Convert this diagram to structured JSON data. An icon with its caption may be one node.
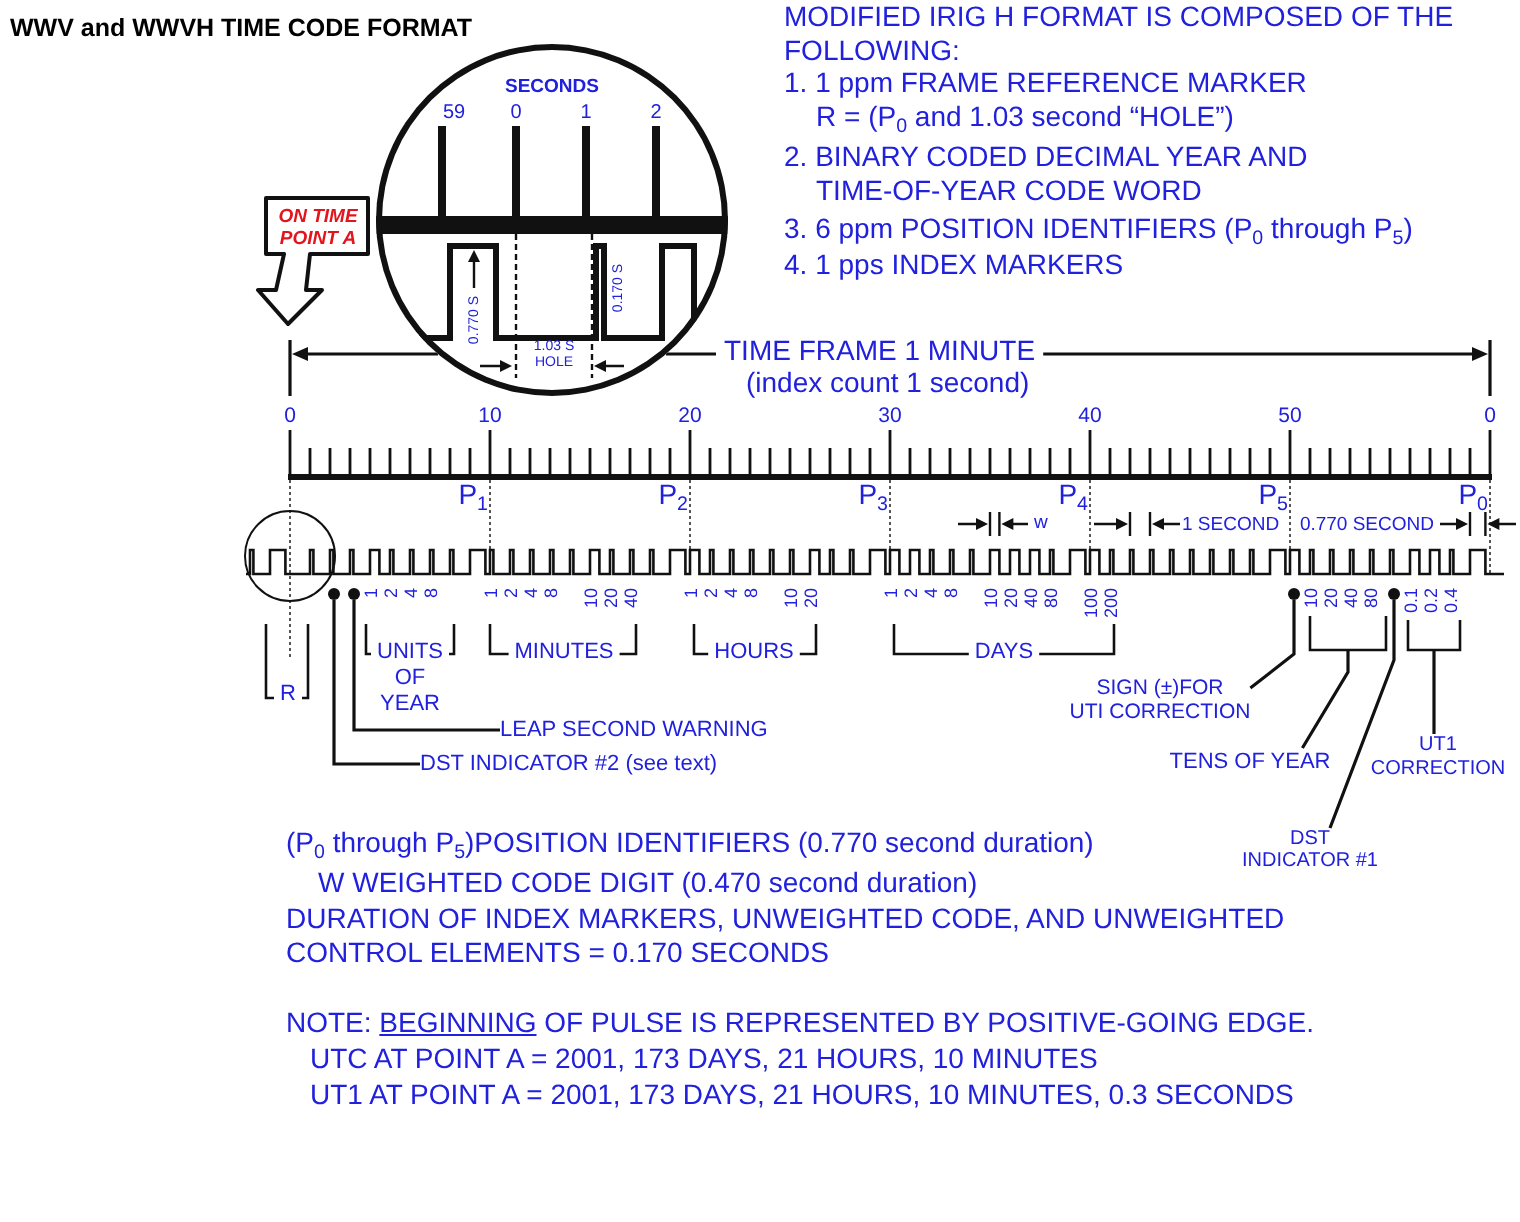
{
  "diagram": {
    "title": "WWV and WWVH TIME CODE FORMAT",
    "nodes": [
      {
        "text": [
          "ON TIME POINT A"
        ]
      },
      {
        "text": [
          "SECONDS",
          "59",
          "0",
          "1",
          "2",
          "0.770 S",
          "0.170 S",
          "1.03 S HOLE"
        ]
      },
      {
        "text": [],
        "shape": "circle"
      },
      {
        "text": [],
        "shape": "dot"
      },
      {
        "text": [],
        "shape": "dot"
      },
      {
        "text": [],
        "shape": "dot"
      },
      {
        "text": [],
        "shape": "dot"
      },
      {
        "text": [],
        "shape": "bracket"
      },
      {
        "text": [],
        "shape": "bracket"
      },
      {
        "text": [
          "LEAP SECOND WARNING"
        ]
      },
      {
        "text": [
          "DST INDICATOR #2 (see text)"
        ]
      },
      {
        "text": [
          "SIGN (±)FOR UTI CORRECTION"
        ]
      },
      {
        "text": [
          "TENS OF YEAR"
        ]
      },
      {
        "text": [
          "DST INDICATOR #1"
        ]
      },
      {
        "text": [
          "UT1 CORRECTION"
        ]
      }
    ],
    "edges": [
      {
        "from": 9,
        "to": 4,
        "arrow": "none"
      },
      {
        "from": 10,
        "to": 3,
        "arrow": "none"
      },
      {
        "from": 11,
        "to": 5,
        "arrow": "none"
      },
      {
        "from": 12,
        "to": 7,
        "arrow": "none"
      },
      {
        "from": 13,
        "to": 6,
        "arrow": "none"
      },
      {
        "from": 14,
        "to": 8,
        "arrow": "none"
      }
    ],
    "labels": [
      "MODIFIED IRIG H FORMAT IS COMPOSED OF THE FOLLOWING:",
      "1. 1 ppm FRAME REFERENCE MARKER",
      "R = (P$_{0}$ and 1.03 second “HOLE”)",
      "2. BINARY CODED DECIMAL YEAR AND TIME-OF-YEAR CODE WORD",
      "3. 6 ppm POSITION IDENTIFIERS (P$_{0}$ through P$_{5}$)",
      "4. 1 pps INDEX MARKERS",
      "TIME FRAME 1 MINUTE",
      "(index count 1 second)",
      "0",
      "10",
      "20",
      "30",
      "40",
      "50",
      "0",
      "P$_{1}$",
      "P$_{2}$",
      "P$_{3}$",
      "P$_{4}$",
      "P$_{5}$",
      "P$_{0}$",
      "w",
      "1 SECOND",
      "0.770 SECOND",
      "1",
      "2",
      "4",
      "8",
      "1",
      "2",
      "4",
      "8",
      "10",
      "20",
      "40",
      "1",
      "2",
      "4",
      "8",
      "10",
      "20",
      "1",
      "2",
      "4",
      "8",
      "10",
      "20",
      "40",
      "80",
      "100",
      "200",
      "10",
      "20",
      "40",
      "80",
      "0.1",
      "0.2",
      "0.4",
      "UNITS OF YEAR",
      "MINUTES",
      "HOURS",
      "DAYS",
      "R",
      "(P$_{0}$ through P$_{5}$)POSITION IDENTIFIERS (0.770 second duration)",
      "W WEIGHTED CODE DIGIT (0.470 second duration)",
      "DURATION OF INDEX MARKERS, UNWEIGHTED CODE, AND UNWEIGHTED CONTROL ELEMENTS = 0.170 SECONDS",
      "NOTE: BEGINNING OF PULSE IS REPRESENTED BY POSITIVE-GOING EDGE.",
      "UTC AT POINT A = 2001, 173 DAYS, 21 HOURS, 10 MINUTES",
      "UT1 AT POINT A = 2001, 173 DAYS, 21 HOURS, 10 MINUTES, 0.3 SECONDS"
    ]
  }
}
